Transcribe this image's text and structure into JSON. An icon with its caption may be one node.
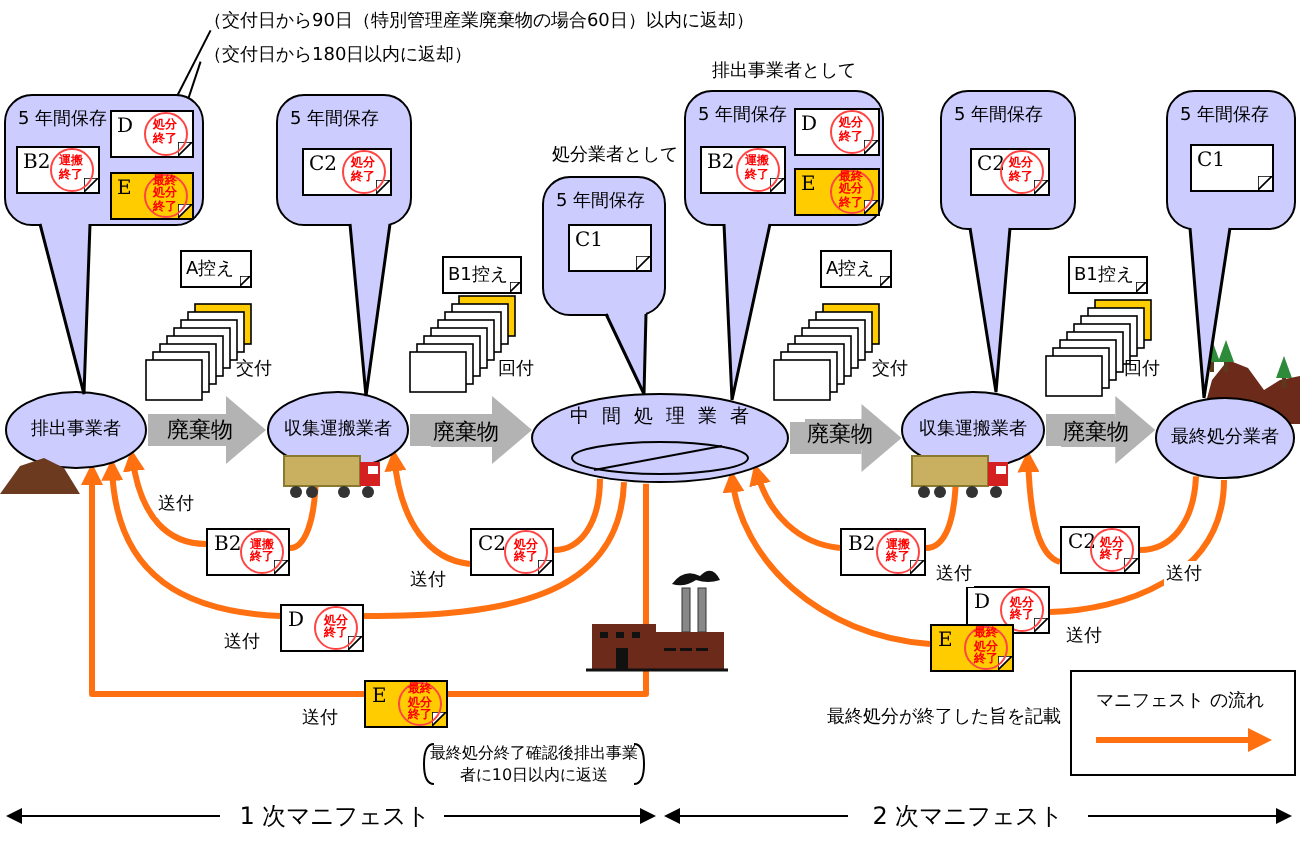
{
  "diagram": {
    "nodes": [
      {
        "text": [
          "排出事業者"
        ]
      },
      {
        "text": [
          "収集運搬業者"
        ]
      },
      {
        "text": [
          "中間処理業者"
        ]
      },
      {
        "text": [
          "収集運搬業者"
        ]
      },
      {
        "text": [
          "最終処分業者"
        ]
      },
      {
        "text": [
          "5 年間保存"
        ]
      },
      {
        "text": [
          "D",
          "処分終了"
        ],
        "in": 5
      },
      {
        "text": [
          "B2",
          "運搬終了"
        ],
        "in": 5
      },
      {
        "text": [
          "E",
          "最終処分終了"
        ],
        "in": 5
      },
      {
        "text": [
          "5 年間保存"
        ]
      },
      {
        "text": [
          "C2",
          "処分終了"
        ],
        "in": 9
      },
      {
        "text": [
          "5 年間保存"
        ],
        "beside": [
          "処分業者として"
        ]
      },
      {
        "text": [
          "C1"
        ],
        "in": 11
      },
      {
        "text": [
          "5 年間保存"
        ],
        "beside": [
          "排出事業者として"
        ]
      },
      {
        "text": [
          "D",
          "処分終了"
        ],
        "in": 13
      },
      {
        "text": [
          "B2",
          "運搬終了"
        ],
        "in": 13
      },
      {
        "text": [
          "E",
          "最終処分終了"
        ],
        "in": 13
      },
      {
        "text": [
          "5 年間保存"
        ]
      },
      {
        "text": [
          "C2",
          "処分終了"
        ],
        "in": 17
      },
      {
        "text": [
          "5 年間保存"
        ]
      },
      {
        "text": [
          "C1"
        ],
        "in": 19
      },
      {
        "text": [
          "A控え"
        ]
      },
      {
        "text": [
          "B1控え"
        ]
      },
      {
        "text": [
          "A控え"
        ]
      },
      {
        "text": [
          "B1控え"
        ]
      },
      {
        "text": [
          "（交付日から90日（特別管理産業廃棄物の場合60日）以内に返却）"
        ]
      },
      {
        "text": [
          "（交付日から180日以内に返却）"
        ]
      },
      {
        "text": [
          "B2",
          "運搬終了"
        ]
      },
      {
        "text": [
          "C2",
          "処分終了"
        ]
      },
      {
        "text": [
          "D",
          "処分終了"
        ]
      },
      {
        "text": [
          "E",
          "最終処分終了"
        ]
      },
      {
        "text": [
          "B2",
          "運搬終了"
        ]
      },
      {
        "text": [
          "C2",
          "処分終了"
        ]
      },
      {
        "text": [
          "D",
          "処分終了"
        ]
      },
      {
        "text": [
          "E",
          "最終処分終了"
        ]
      }
    ],
    "edges": [
      {
        "from": 0,
        "to": 1,
        "arrow": "to",
        "label": "廃棄物",
        "style": "thick",
        "color": "#b3b3b3"
      },
      {
        "from": 1,
        "to": 2,
        "arrow": "to",
        "label": "廃棄物",
        "style": "thick",
        "color": "#b3b3b3"
      },
      {
        "from": 2,
        "to": 3,
        "arrow": "to",
        "label": "廃棄物",
        "style": "thick",
        "color": "#b3b3b3"
      },
      {
        "from": 3,
        "to": 4,
        "arrow": "to",
        "label": "廃棄物",
        "style": "thick",
        "color": "#b3b3b3"
      },
      {
        "from": 25,
        "to": 6,
        "arrow": "to",
        "color": "#000000"
      },
      {
        "from": 26,
        "to": 8,
        "arrow": "to",
        "color": "#000000"
      },
      {
        "from": 1,
        "to": 27,
        "arrow": "none"
      },
      {
        "from": 27,
        "to": 0,
        "arrow": "to",
        "label": "送付"
      },
      {
        "from": 2,
        "to": 28,
        "arrow": "none"
      },
      {
        "from": 28,
        "to": 1,
        "arrow": "to",
        "label": "送付"
      },
      {
        "from": 2,
        "to": 29,
        "arrow": "none"
      },
      {
        "from": 29,
        "to": 0,
        "arrow": "to",
        "label": "送付"
      },
      {
        "from": 2,
        "to": 30,
        "arrow": "none"
      },
      {
        "from": 30,
        "to": 0,
        "arrow": "to",
        "label": "送付"
      },
      {
        "from": 3,
        "to": 31,
        "arrow": "none",
        "label": "送付"
      },
      {
        "from": 31,
        "to": 2,
        "arrow": "to"
      },
      {
        "from": 4,
        "to": 32,
        "arrow": "none",
        "label": "送付"
      },
      {
        "from": 32,
        "to": 3,
        "arrow": "to"
      },
      {
        "from": 4,
        "to": 33,
        "arrow": "none",
        "label": "送付"
      },
      {
        "from": 34,
        "to": 2,
        "arrow": "to"
      }
    ],
    "labels": [
      "交付",
      "回付",
      "交付",
      "回付",
      "最終処分終了確認後排出事業者に10日以内に返送",
      "最終処分が終了した旨を記載",
      "1 次マニフェスト",
      "2 次マニフェスト"
    ],
    "legend": [
      {
        "text": "マニフェスト の流れ"
      }
    ]
  }
}
